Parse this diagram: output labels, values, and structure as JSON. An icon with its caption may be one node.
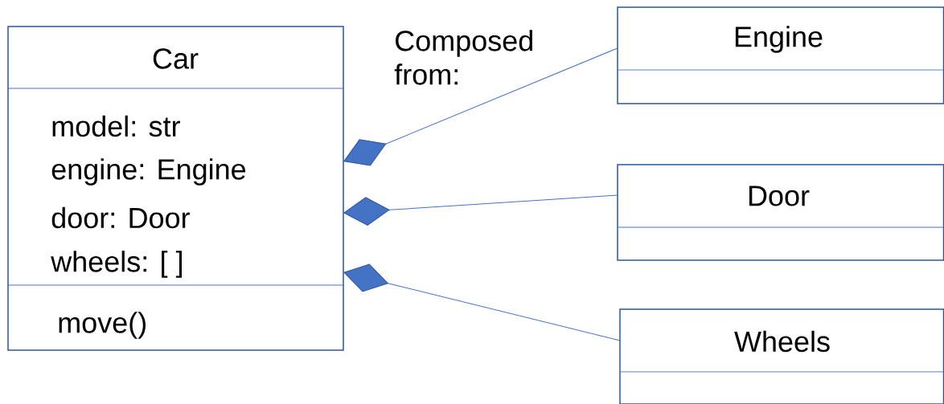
{
  "diagram": {
    "nodes": [
      {
        "text": [
          "Car",
          "model: str",
          "engine: Engine",
          "door: Door",
          "wheels: [ ]",
          "move()"
        ]
      },
      {
        "text": [
          "Engine"
        ]
      },
      {
        "text": [
          "Door"
        ]
      },
      {
        "text": [
          "Wheels"
        ]
      }
    ],
    "edges": [
      {
        "from": 0,
        "to": 1,
        "arrow": "other"
      },
      {
        "from": 0,
        "to": 2,
        "arrow": "other"
      },
      {
        "from": 0,
        "to": 3,
        "arrow": "other"
      }
    ],
    "labels": [
      "Composed from:"
    ]
  }
}
